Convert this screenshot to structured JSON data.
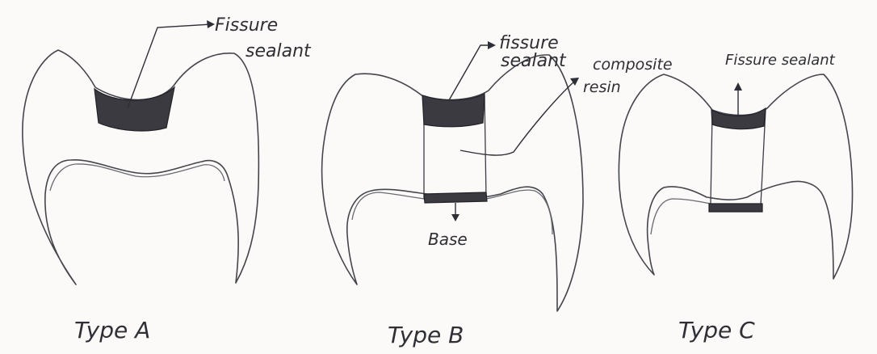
{
  "figure": {
    "type_a": {
      "caption": "Type A",
      "sealant_label_line1": "Fissure",
      "sealant_label_line2": "sealant"
    },
    "type_b": {
      "caption": "Type B",
      "sealant_label_line1": "fissure",
      "sealant_label_line2": "sealant",
      "resin_label_line1": "composite",
      "resin_label_line2": "resin",
      "base_label": "Base"
    },
    "type_c": {
      "caption": "Type C",
      "sealant_label": "Fissure sealant"
    }
  },
  "colors": {
    "ink": "#2f2f35",
    "sealant_fill": "#3a3a40",
    "paper": "#fbfaf8"
  }
}
